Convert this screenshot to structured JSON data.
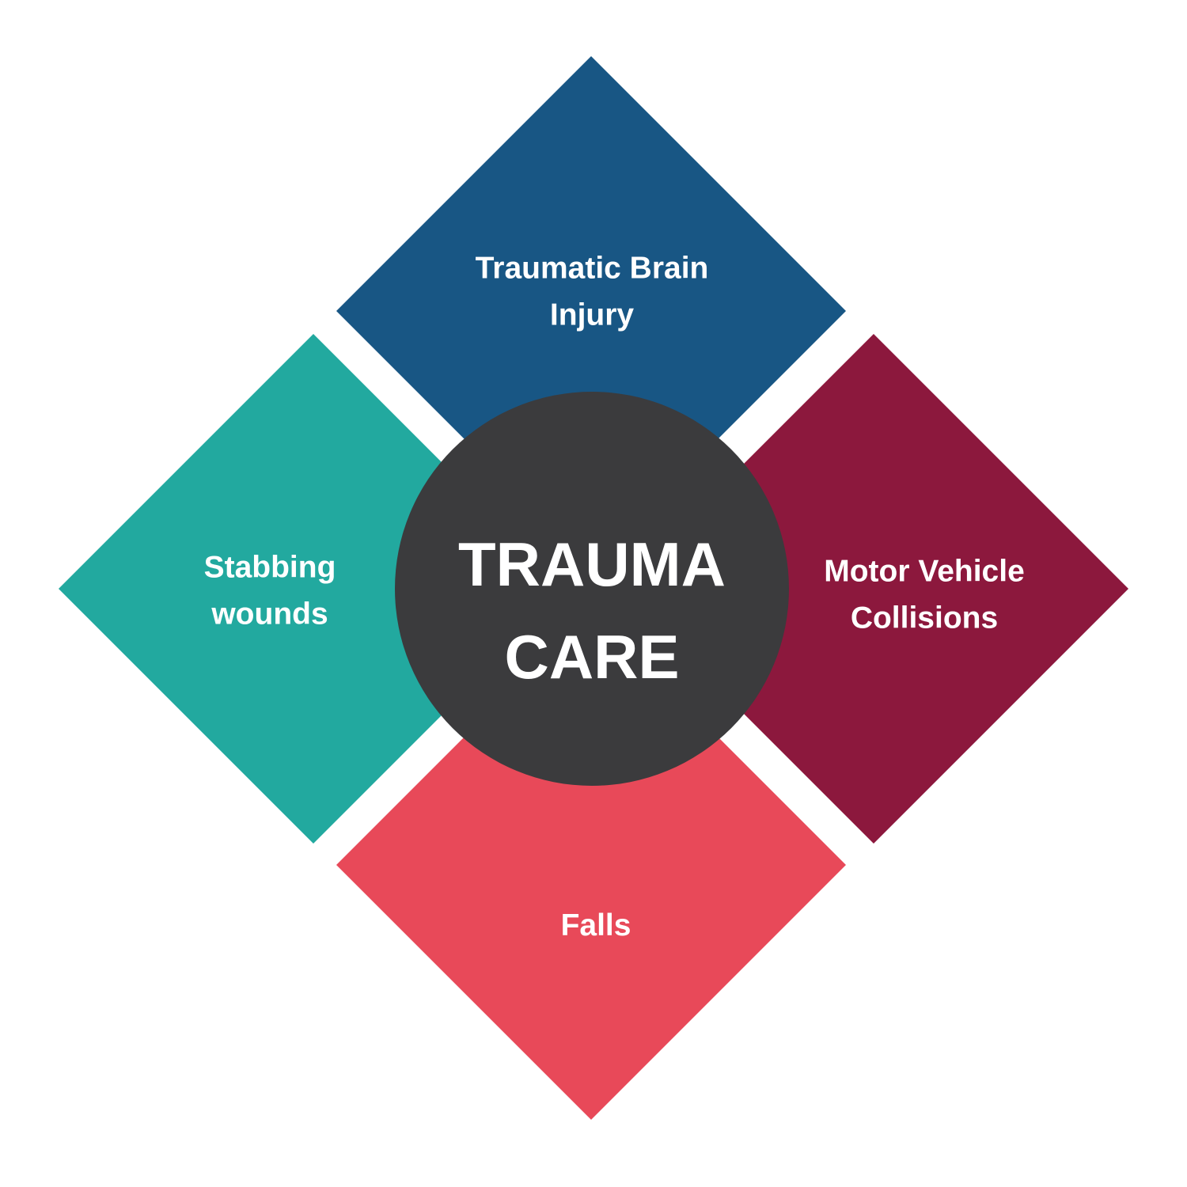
{
  "center": {
    "line1": "TRAUMA",
    "line2": "CARE",
    "color": "#3b3b3d"
  },
  "petals": {
    "top": {
      "line1": "Traumatic Brain",
      "line2": "Injury",
      "color": "#185684"
    },
    "left": {
      "line1": "Stabbing",
      "line2": "wounds",
      "color": "#22a99f"
    },
    "right": {
      "line1": "Motor Vehicle",
      "line2": "Collisions",
      "color": "#8c183d"
    },
    "bottom": {
      "line1": "Falls",
      "color": "#e84959"
    }
  }
}
